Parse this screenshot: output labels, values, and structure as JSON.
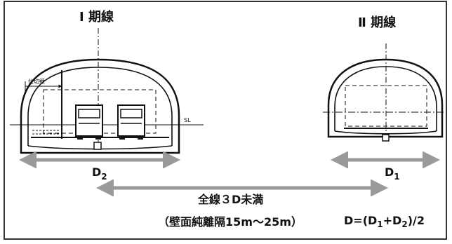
{
  "phase_labels": {
    "phase1": "I 期線",
    "phase2": "Ⅱ 期線"
  },
  "tunnel_annotations": {
    "partition_wall": "仕切壁",
    "springline": "SL"
  },
  "dimensions": {
    "d2_base": "D",
    "d2_sub": "2",
    "d1_base": "D",
    "d1_sub": "1"
  },
  "spacing": {
    "title": "全線３D未満",
    "subtitle": "（壁面純離隔15m～25m）"
  },
  "formula": {
    "lhs": "D=(D",
    "sub1": "1",
    "plus": "+D",
    "sub2": "2",
    "rhs": ")/2"
  },
  "colors": {
    "line": "#111111",
    "arrow": "#9a9a9a",
    "frame": "#333333"
  }
}
